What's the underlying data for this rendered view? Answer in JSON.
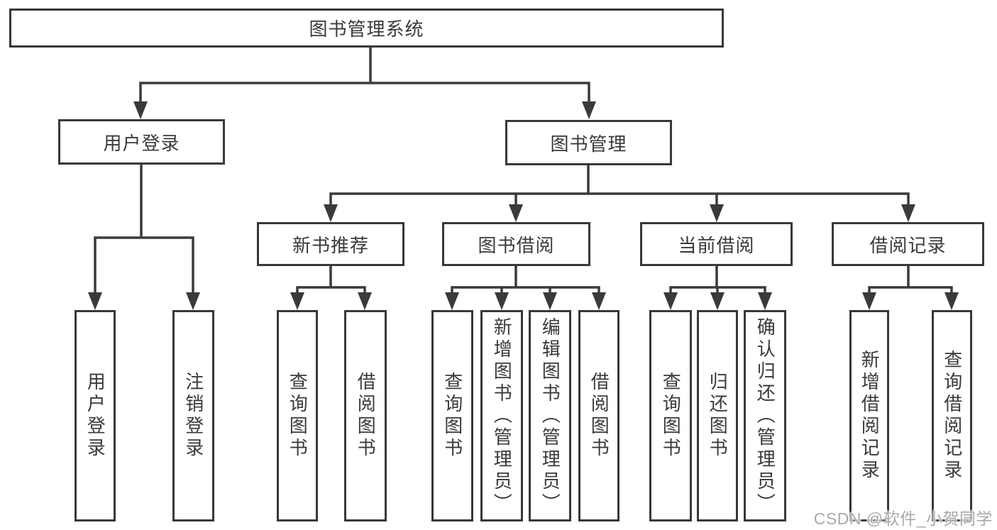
{
  "tree": {
    "label": "图书管理系统",
    "children": [
      {
        "label": "用户登录",
        "children": [
          {
            "label": "用户登录"
          },
          {
            "label": "注销登录"
          }
        ]
      },
      {
        "label": "图书管理",
        "children": [
          {
            "label": "新书推荐",
            "children": [
              {
                "label": "查询图书"
              },
              {
                "label": "借阅图书"
              }
            ]
          },
          {
            "label": "图书借阅",
            "children": [
              {
                "label": "查询图书"
              },
              {
                "label": "新增图书（管理员）"
              },
              {
                "label": "编辑图书（管理员）"
              },
              {
                "label": "借阅图书"
              }
            ]
          },
          {
            "label": "当前借阅",
            "children": [
              {
                "label": "查询图书"
              },
              {
                "label": "归还图书"
              },
              {
                "label": "确认归还（管理员）"
              }
            ]
          },
          {
            "label": "借阅记录",
            "children": [
              {
                "label": "新增借阅记录"
              },
              {
                "label": "查询借阅记录"
              }
            ]
          }
        ]
      }
    ]
  },
  "watermark": "CSDN @软件_小贺同学",
  "colors": {
    "line": "#3a3a3a",
    "box_border": "#383838",
    "text": "#3a3a3a",
    "watermark_text": "#a9a9a9",
    "background": "#ffffff"
  }
}
